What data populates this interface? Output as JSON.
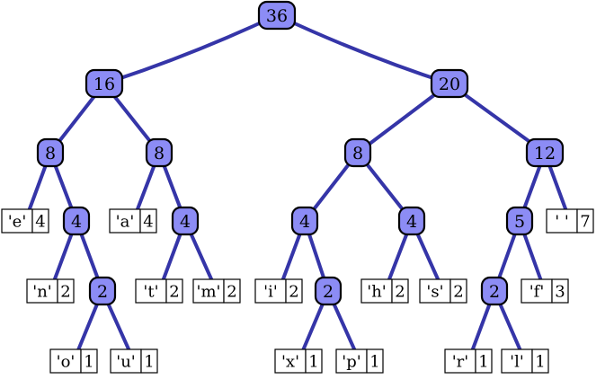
{
  "internal_nodes": [
    {
      "id": "root",
      "weight": "36"
    },
    {
      "id": "n16",
      "weight": "16"
    },
    {
      "id": "n20",
      "weight": "20"
    },
    {
      "id": "n8a",
      "weight": "8"
    },
    {
      "id": "n8b",
      "weight": "8"
    },
    {
      "id": "n8c",
      "weight": "8"
    },
    {
      "id": "n12",
      "weight": "12"
    },
    {
      "id": "n4a",
      "weight": "4"
    },
    {
      "id": "n4b",
      "weight": "4"
    },
    {
      "id": "n4c",
      "weight": "4"
    },
    {
      "id": "n4d",
      "weight": "4"
    },
    {
      "id": "n5",
      "weight": "5"
    },
    {
      "id": "n2a",
      "weight": "2"
    },
    {
      "id": "n2b",
      "weight": "2"
    },
    {
      "id": "n2c",
      "weight": "2"
    }
  ],
  "leaves": [
    {
      "id": "e",
      "symbol": "'e'",
      "count": "4"
    },
    {
      "id": "a",
      "symbol": "'a'",
      "count": "4"
    },
    {
      "id": "space",
      "symbol": "' '",
      "count": "7"
    },
    {
      "id": "n",
      "symbol": "'n'",
      "count": "2"
    },
    {
      "id": "t",
      "symbol": "'t'",
      "count": "2"
    },
    {
      "id": "m",
      "symbol": "'m'",
      "count": "2"
    },
    {
      "id": "i",
      "symbol": "'i'",
      "count": "2"
    },
    {
      "id": "h",
      "symbol": "'h'",
      "count": "2"
    },
    {
      "id": "s",
      "symbol": "'s'",
      "count": "2"
    },
    {
      "id": "f",
      "symbol": "'f'",
      "count": "3"
    },
    {
      "id": "o",
      "symbol": "'o'",
      "count": "1"
    },
    {
      "id": "u",
      "symbol": "'u'",
      "count": "1"
    },
    {
      "id": "x",
      "symbol": "'x'",
      "count": "1"
    },
    {
      "id": "p",
      "symbol": "'p'",
      "count": "1"
    },
    {
      "id": "r",
      "symbol": "'r'",
      "count": "1"
    },
    {
      "id": "l",
      "symbol": "'l'",
      "count": "1"
    }
  ],
  "edges": [
    [
      "root",
      "n16"
    ],
    [
      "root",
      "n20"
    ],
    [
      "n16",
      "n8a"
    ],
    [
      "n16",
      "n8b"
    ],
    [
      "n20",
      "n8c"
    ],
    [
      "n20",
      "n12"
    ],
    [
      "n8a",
      "e"
    ],
    [
      "n8a",
      "n4a"
    ],
    [
      "n8b",
      "a"
    ],
    [
      "n8b",
      "n4b"
    ],
    [
      "n8c",
      "n4c"
    ],
    [
      "n8c",
      "n4d"
    ],
    [
      "n12",
      "n5"
    ],
    [
      "n12",
      "space"
    ],
    [
      "n4a",
      "n"
    ],
    [
      "n4a",
      "n2a"
    ],
    [
      "n4b",
      "t"
    ],
    [
      "n4b",
      "m"
    ],
    [
      "n4c",
      "i"
    ],
    [
      "n4c",
      "n2b"
    ],
    [
      "n4d",
      "h"
    ],
    [
      "n4d",
      "s"
    ],
    [
      "n5",
      "n2c"
    ],
    [
      "n5",
      "f"
    ],
    [
      "n2a",
      "o"
    ],
    [
      "n2a",
      "u"
    ],
    [
      "n2b",
      "x"
    ],
    [
      "n2b",
      "p"
    ],
    [
      "n2c",
      "r"
    ],
    [
      "n2c",
      "l"
    ]
  ],
  "colors": {
    "edge": "#3535a8",
    "node_fill": "#8c8cf5",
    "leaf_fill": "#ffffff",
    "outline": "#000000"
  }
}
